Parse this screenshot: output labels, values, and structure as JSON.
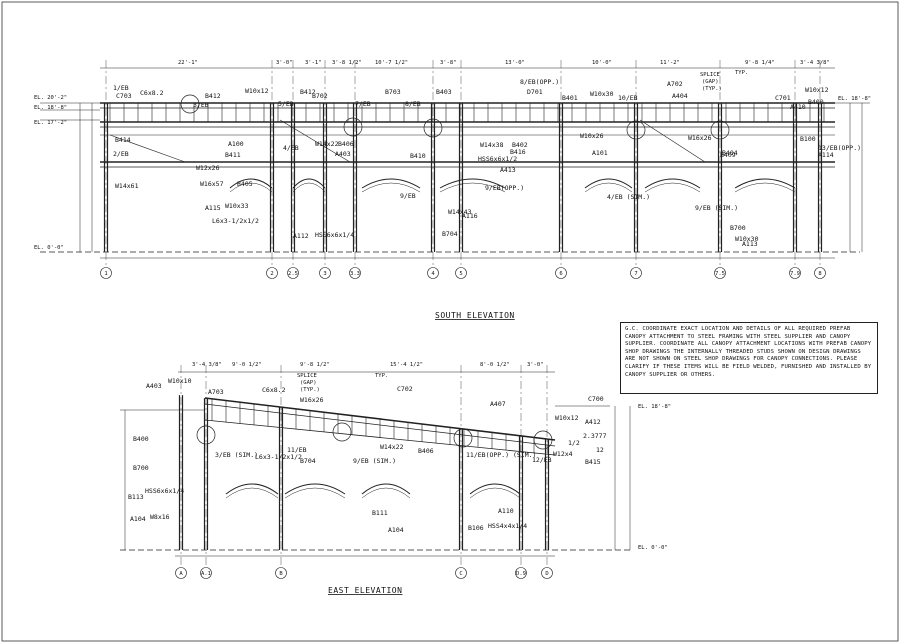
{
  "south": {
    "title": "SOUTH ELEVATION",
    "gridlines": [
      "1",
      "2",
      "2.5",
      "3",
      "3.3",
      "4",
      "5",
      "6",
      "7",
      "7.5",
      "7.9",
      "8"
    ],
    "top_dims": [
      "22'-1\"",
      "3'-0\"",
      "3'-1\"",
      "3'-8 1/2\"",
      "10'-7 1/2\"",
      "3'-8\"",
      "13'-0\"",
      "10'-0\"",
      "11'-2\"",
      "9'-8 1/4\"",
      "3'-4 3/8\""
    ],
    "elevations": [
      "EL. 20'-2\"",
      "EL. 18'-8\"",
      "EL. 17'-2\"",
      "EL. 0'-0\"",
      "EL. 18'-8\""
    ],
    "beams": [
      "C6x8.2",
      "W10x12",
      "B412",
      "B702",
      "B703",
      "B403",
      "D701",
      "B401",
      "W10x30",
      "A702",
      "A404",
      "C701",
      "W10x12",
      "B400",
      "A410",
      "W10x26",
      "W16x26",
      "B411",
      "B405",
      "A100",
      "W16x57",
      "W14x61",
      "B414",
      "A115",
      "W10x33",
      "L6x3-1/2x1/2",
      "HSS6x6x1/4",
      "B704",
      "A112",
      "W14x38",
      "B402",
      "HSS6x6x1/2",
      "A413",
      "B410",
      "A116",
      "W14x43",
      "A101",
      "A403",
      "B404",
      "B409",
      "A114",
      "A113",
      "B700",
      "W10x30",
      "W14x22",
      "B416",
      "B412",
      "B406",
      "W12x26",
      "C703",
      "B100"
    ],
    "tags": [
      "1/EB",
      "3/EB",
      "5/EB",
      "7/EB",
      "8/EB",
      "8/EB(OPP.)",
      "10/EB",
      "4/EB",
      "2/EB",
      "9/EB",
      "9/EB(OPP.)",
      "4/EB (SIM.)",
      "9/EB (SIM.)",
      "13/EB(OPP.)",
      "SPLICE",
      "(GAP)",
      "(TYP.)",
      "TYP."
    ]
  },
  "east": {
    "title": "EAST ELEVATION",
    "gridlines": [
      "A",
      "A.1",
      "B",
      "C",
      "D.9",
      "D"
    ],
    "top_dims": [
      "3'-4 3/8\"",
      "9'-0 1/2\"",
      "9'-8 1/2\"",
      "15'-4 1/2\"",
      "8'-0 1/2\"",
      "3'-0\""
    ],
    "elevations": [
      "EL. 18'-8\"",
      "EL. 0'-0\""
    ],
    "beams": [
      "A403",
      "W10x10",
      "A703",
      "C6x8.2",
      "W16x26",
      "C702",
      "A407",
      "C700",
      "W10x12",
      "A412",
      "B400",
      "B700",
      "B704",
      "W14x22",
      "B406",
      "B415",
      "W12x4",
      "L6x3-1/2x1/2",
      "HSS6x6x1/4",
      "B113",
      "A104",
      "W8x16",
      "B111",
      "A104",
      "A110",
      "B106",
      "HSS4x4x1/4"
    ],
    "tags": [
      "SPLICE",
      "(GAP)",
      "(TYP.)",
      "TYP.",
      "3/EB (SIM.)",
      "11/EB",
      "9/EB (SIM.)",
      "11/EB(OPP.) (SIM.)",
      "12/EB"
    ],
    "slope": [
      "2.3777",
      "12",
      "1/2"
    ]
  },
  "note": {
    "text": "G.C. COORDINATE EXACT LOCATION AND DETAILS OF ALL REQUIRED PREFAB CANOPY ATTACHMENT TO STEEL FRAMING WITH STEEL SUPPLIER AND CANOPY SUPPLIER. COORDINATE ALL CANOPY ATTACHMENT LOCATIONS WITH PREFAB CANOPY SHOP DRAWINGS THE INTERNALLY THREADED STUDS SHOWN ON DESIGN DRAWINGS ARE NOT SHOWN ON STEEL SHOP DRAWINGS FOR CANOPY CONNECTIONS. PLEASE CLARIFY IF THESE ITEMS WILL BE FIELD WELDED, FURNISHED AND INSTALLED BY CANOPY SUPPLIER OR OTHERS."
  }
}
